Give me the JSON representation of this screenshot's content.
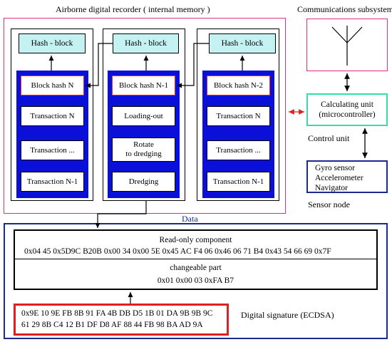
{
  "recorder": {
    "title": "Airborne digital recorder ( internal memory )",
    "chains": [
      {
        "hash_block": "Hash - block",
        "cells": [
          "Block hash N",
          "Transaction N",
          "Transaction ...",
          "Transaction N-1"
        ]
      },
      {
        "hash_block": "Hash - block",
        "cells": [
          "Block hash N-1",
          "Loading-out",
          "Rotate\nto dredging",
          "Dredging"
        ]
      },
      {
        "hash_block": "Hash - block",
        "cells": [
          "Block hash N-2",
          "Transaction N",
          "Transaction ...",
          "Transaction N-1"
        ]
      }
    ]
  },
  "communications": {
    "label": "Communications subsystem"
  },
  "control_unit": {
    "box_line1": "Calculating unit",
    "box_line2": "(microcontroller)",
    "label": "Control unit"
  },
  "sensor_node": {
    "lines": [
      "Gyro sensor",
      "Accelerometer",
      "Navigator"
    ],
    "label": "Sensor node"
  },
  "data": {
    "label": "Data",
    "readonly_title": "Read-only component",
    "readonly_hex": "0x04 45 0x5D9C B20B 0x00 34 0x00 5E 0x45 AC F4 06 0x46 06 71 B4 0x43 54 66 69 0x7F",
    "changeable_title": "changeable part",
    "changeable_hex": "0x01 0x00 03 0xFA B7",
    "signature_line1": "0x9E 10 9E FB 8B 91 FA 4B DB D5 1B 01 DA 9B 9B 9C",
    "signature_line2": "61 29 8B C4 12 B1 DF D8 AF 88 44 FB 98 BA AD 9A",
    "signature_label": "Digital signature (ECDSA)"
  },
  "colors": {
    "pink": "#e0308a",
    "cyan_block": "#c4f2f2",
    "blue_panel": "#0a10d8",
    "green_box": "#31e0a5",
    "navy": "#1c2a8c",
    "red": "#e02020"
  }
}
